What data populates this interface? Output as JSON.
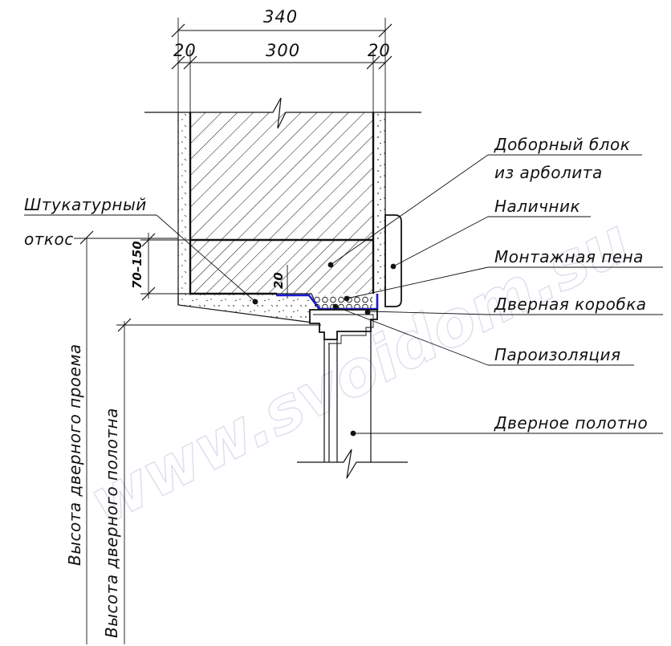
{
  "dimensions": {
    "total": "340",
    "left_plaster": "20",
    "block": "300",
    "right_plaster": "20",
    "gap": "20",
    "lintel_height": "70–150"
  },
  "labels": {
    "extra_block_line1": "Доборный блок",
    "extra_block_line2": "из арболита",
    "casing": "Наличник",
    "foam": "Монтажная пена",
    "door_frame": "Дверная коробка",
    "vapor_barrier": "Пароизоляция",
    "door_leaf": "Дверное полотно",
    "plaster_slope_line1": "Штукатурный",
    "plaster_slope_line2": "откос"
  },
  "vertical_labels": {
    "opening_height": "Высота дверного проема",
    "leaf_height": "Высота дверного полотна"
  },
  "watermark": "www.svoidom.su",
  "colors": {
    "line": "#111111",
    "vapor_barrier": "#1a1ad6",
    "watermark": "#9aa3c9"
  }
}
